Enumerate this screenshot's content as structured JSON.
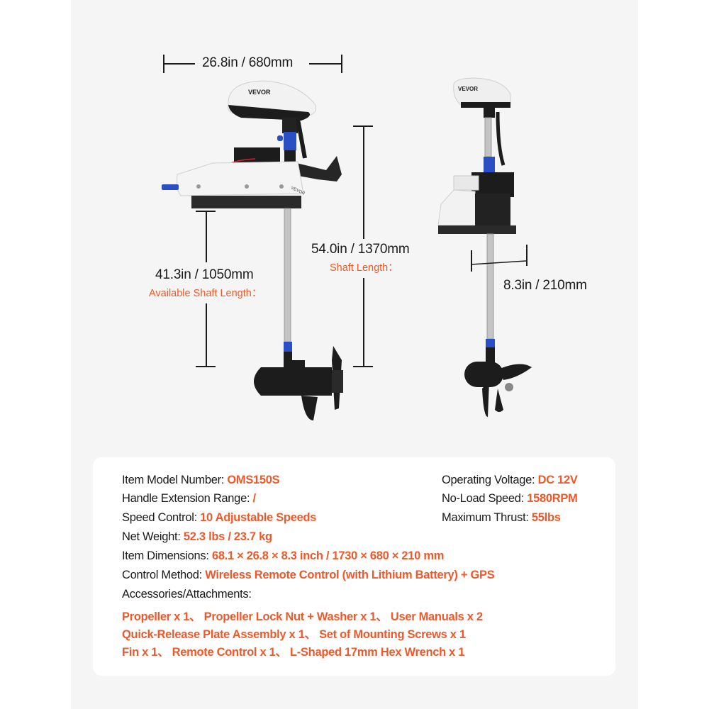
{
  "brand": "VEVOR",
  "colors": {
    "accent": "#f0582a",
    "text": "#1a1a1a",
    "panel": "#f5f5f5",
    "card": "#ffffff",
    "blue": "#2a4fc4"
  },
  "dimensions": {
    "width": {
      "value": "26.8in / 680mm"
    },
    "available_shaft": {
      "value": "41.3in / 1050mm",
      "label": "Available Shaft Length："
    },
    "shaft": {
      "value": "54.0in / 1370mm",
      "label": "Shaft Length："
    },
    "depth": {
      "value": "8.3in / 210mm"
    }
  },
  "specs": {
    "model": {
      "label": "Item Model Number: ",
      "value": "OMS150S"
    },
    "handle": {
      "label": "Handle Extension Range: ",
      "value": "/"
    },
    "speed_control": {
      "label": "Speed Control: ",
      "value": "10 Adjustable Speeds"
    },
    "weight": {
      "label": "Net Weight: ",
      "value": "52.3 lbs / 23.7 kg"
    },
    "item_dims": {
      "label": "Item Dimensions: ",
      "value": "68.1 × 26.8 × 8.3 inch / 1730 × 680 × 210 mm"
    },
    "control": {
      "label": "Control Method: ",
      "value": "Wireless Remote Control (with Lithium Battery) + GPS"
    },
    "voltage": {
      "label": "Operating Voltage: ",
      "value": "DC 12V"
    },
    "noload": {
      "label": "No-Load Speed: ",
      "value": "1580RPM"
    },
    "thrust": {
      "label": "Maximum Thrust: ",
      "value": "55lbs"
    },
    "accessories_label": "Accessories/Attachments:",
    "accessories": [
      "Propeller x 1、 Propeller Lock Nut + Washer x 1、 User Manuals x 2",
      "Quick-Release Plate Assembly x 1、 Set of Mounting Screws x 1",
      "Fin x 1、 Remote Control x 1、 L-Shaped 17mm Hex Wrench x 1"
    ]
  }
}
